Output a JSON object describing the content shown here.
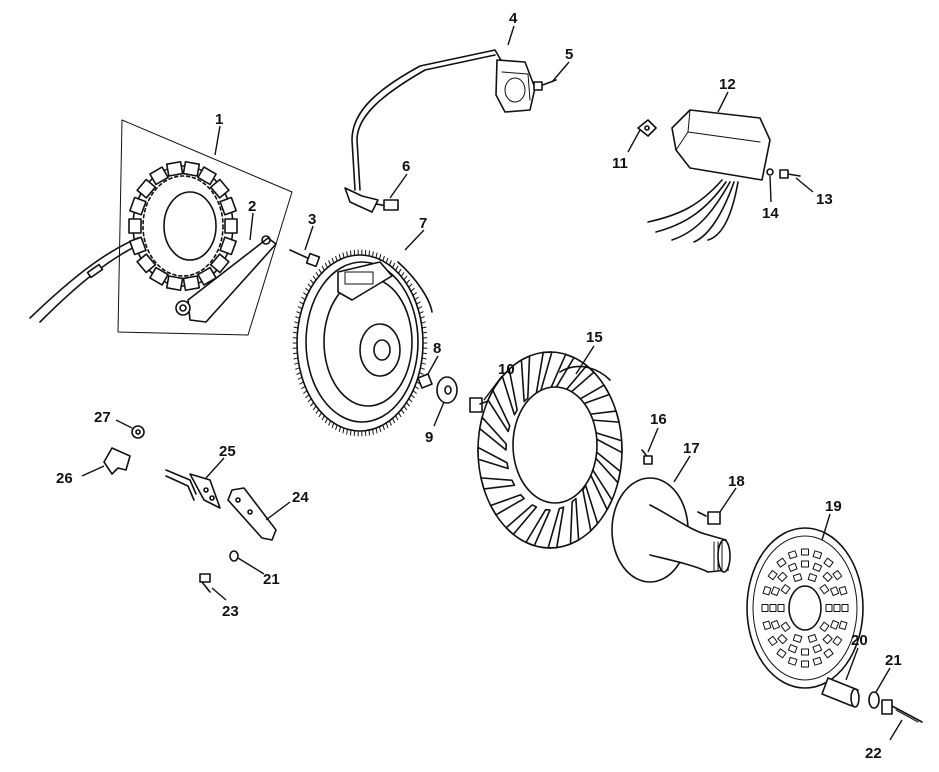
{
  "callouts": {
    "c1": "1",
    "c2": "2",
    "c3": "3",
    "c4": "4",
    "c5": "5",
    "c6": "6",
    "c7": "7",
    "c8": "8",
    "c9": "9",
    "c10": "10",
    "c11": "11",
    "c12": "12",
    "c13": "13",
    "c14": "14",
    "c15": "15",
    "c16": "16",
    "c17": "17",
    "c18": "18",
    "c19": "19",
    "c20": "20",
    "c21a": "21",
    "c21b": "21",
    "c22": "22",
    "c23": "23",
    "c24": "24",
    "c25": "25",
    "c26": "26",
    "c27": "27"
  }
}
